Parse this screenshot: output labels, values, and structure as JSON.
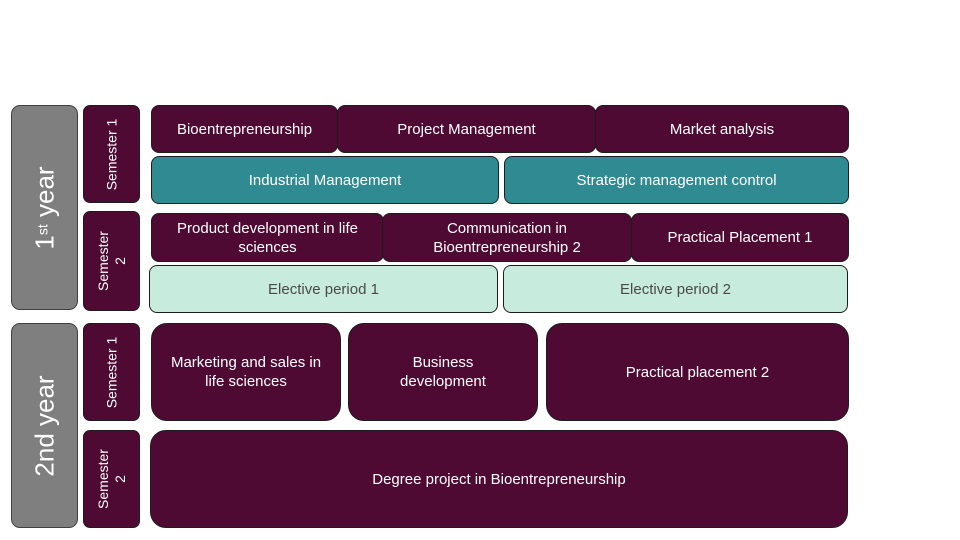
{
  "years": {
    "first": {
      "prefix": "1",
      "sup": "st",
      "suffix": " year"
    },
    "second": {
      "label": "2nd year"
    }
  },
  "semesters": {
    "y1s1": "Semester 1",
    "y1s2": "Semester 2",
    "y2s1": "Semester 1",
    "y2s2": "Semester 2"
  },
  "courses": {
    "bioentrepreneurship": "Bioentrepreneurship",
    "project_management": "Project Management",
    "market_analysis": "Market analysis",
    "industrial_management": "Industrial Management",
    "strategic_management_control": "Strategic management control",
    "product_development": "Product development in life sciences",
    "communication": "Communication in Bioentrepreneurship 2",
    "practical_placement_1": "Practical Placement 1",
    "elective_period_1": "Elective period 1",
    "elective_period_2": "Elective period 2",
    "marketing_sales": "Marketing and sales in life sciences",
    "business_development": "Business development",
    "practical_placement_2": "Practical placement 2",
    "degree_project": "Degree project in Bioentrepreneurship"
  },
  "colors": {
    "course": "#4e0a33",
    "management": "#2f8a92",
    "elective": "#c7ebdc",
    "year_label": "#7f7f7f"
  }
}
